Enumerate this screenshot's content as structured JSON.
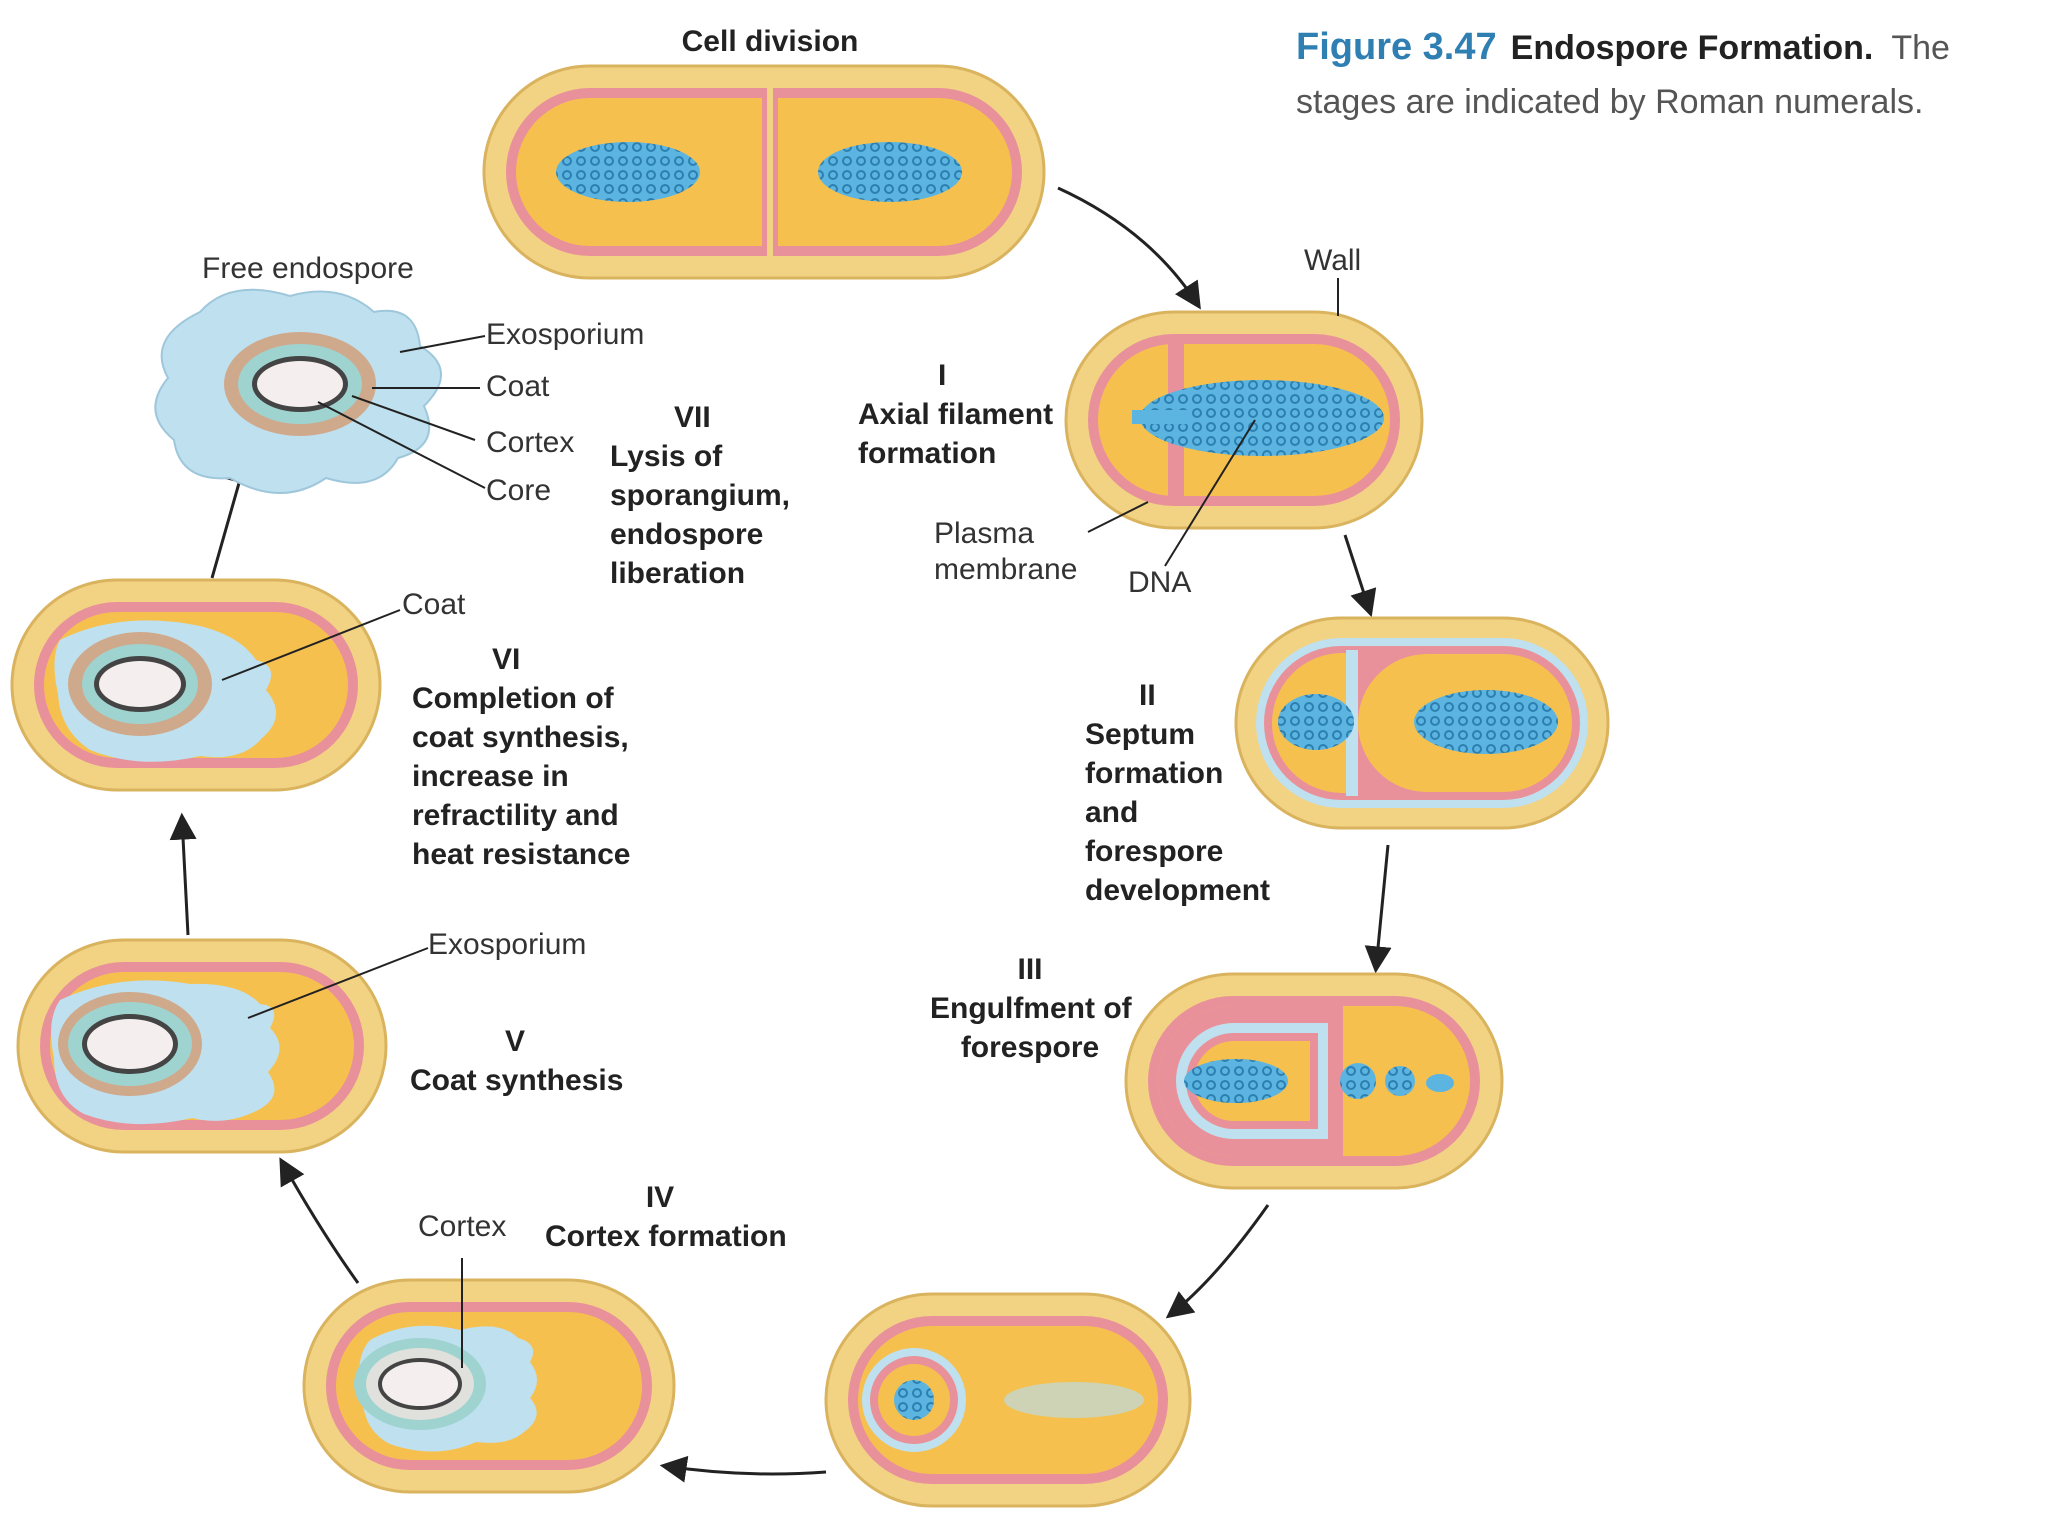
{
  "caption": {
    "figure_number": "Figure 3.47",
    "title": "Endospore Formation.",
    "text": "The stages are indicated by Roman numerals."
  },
  "stages": {
    "cell_division": {
      "title": "Cell division"
    },
    "I": {
      "numeral": "I",
      "lines": [
        "Axial filament",
        "formation"
      ]
    },
    "II": {
      "numeral": "II",
      "lines": [
        "Septum",
        "formation",
        "and",
        "forespore",
        "development"
      ]
    },
    "III": {
      "numeral": "III",
      "lines": [
        "Engulfment of",
        "forespore"
      ]
    },
    "IV": {
      "numeral": "IV",
      "lines": [
        "Cortex formation"
      ]
    },
    "V": {
      "numeral": "V",
      "lines": [
        "Coat synthesis"
      ]
    },
    "VI": {
      "numeral": "VI",
      "lines": [
        "Completion of",
        "coat synthesis,",
        "increase in",
        "refractility and",
        "heat resistance"
      ]
    },
    "VII": {
      "numeral": "VII",
      "lines": [
        "Lysis of",
        "sporangium,",
        "endospore",
        "liberation"
      ]
    }
  },
  "labels": {
    "wall": "Wall",
    "plasma_membrane": [
      "Plasma",
      "membrane"
    ],
    "dna": "DNA",
    "free_endospore": "Free endospore",
    "exosporium": "Exosporium",
    "coat": "Coat",
    "cortex": "Cortex",
    "core": "Core",
    "coat_vi": "Coat",
    "exosporium_v": "Exosporium",
    "cortex_iv": "Cortex"
  },
  "colors": {
    "wall": "#f2d383",
    "membrane": "#e9919a",
    "cytoplasm": "#f6c04f",
    "dna": "#5bb5e0",
    "exosporium": "#bfe0ee",
    "coat": "#cfa98c",
    "cortex": "#9fd3cf",
    "core": "#f4eeee",
    "caption_accent": "#2f7fb3",
    "arrow": "#222222"
  },
  "icons": [
    "arrow-icon",
    "dna-icon"
  ]
}
